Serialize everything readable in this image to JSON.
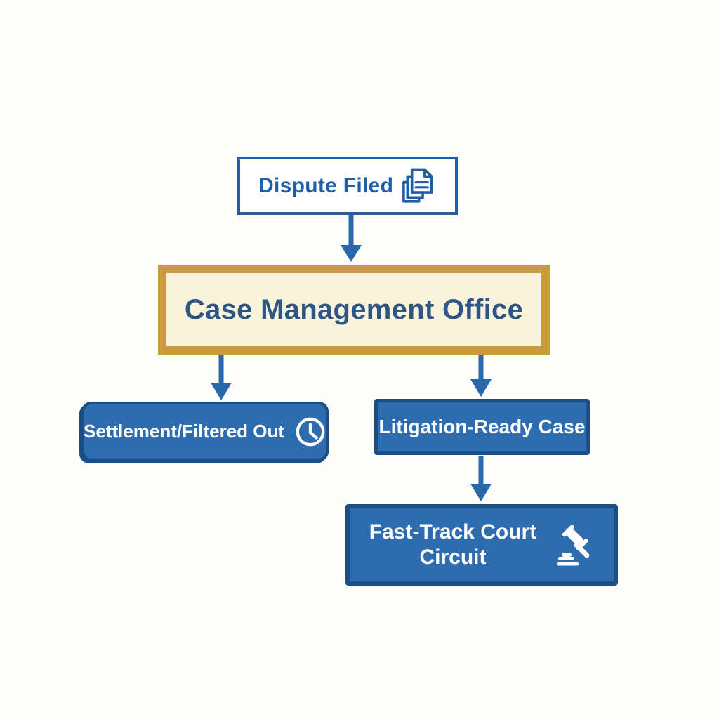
{
  "colors": {
    "blue_outline": "#1e5fa8",
    "navy_text": "#2d5586",
    "gold_border": "#cb9a3e",
    "cream_fill": "#faf3dc",
    "node_blue_fill": "#2e6cb0",
    "node_blue_border": "#1c4e86",
    "arrow_blue": "#2a66ac",
    "white_text": "#ffffff",
    "background_color": "#fdfdfc"
  },
  "nodes": {
    "dispute_filed": {
      "label": "Dispute Filed",
      "icon": "stacked-documents-icon"
    },
    "case_management": {
      "label": "Case Management Office"
    },
    "settlement": {
      "label": "Settlement/Filtered Out",
      "icon": "clock-icon"
    },
    "litigation_ready": {
      "label": "Litigation-Ready Case"
    },
    "fast_track": {
      "label": "Fast-Track Court Circuit",
      "icon": "gavel-icon"
    }
  },
  "edges": [
    {
      "from": "dispute_filed",
      "to": "case_management"
    },
    {
      "from": "case_management",
      "to": "settlement"
    },
    {
      "from": "case_management",
      "to": "litigation_ready"
    },
    {
      "from": "litigation_ready",
      "to": "fast_track"
    }
  ]
}
